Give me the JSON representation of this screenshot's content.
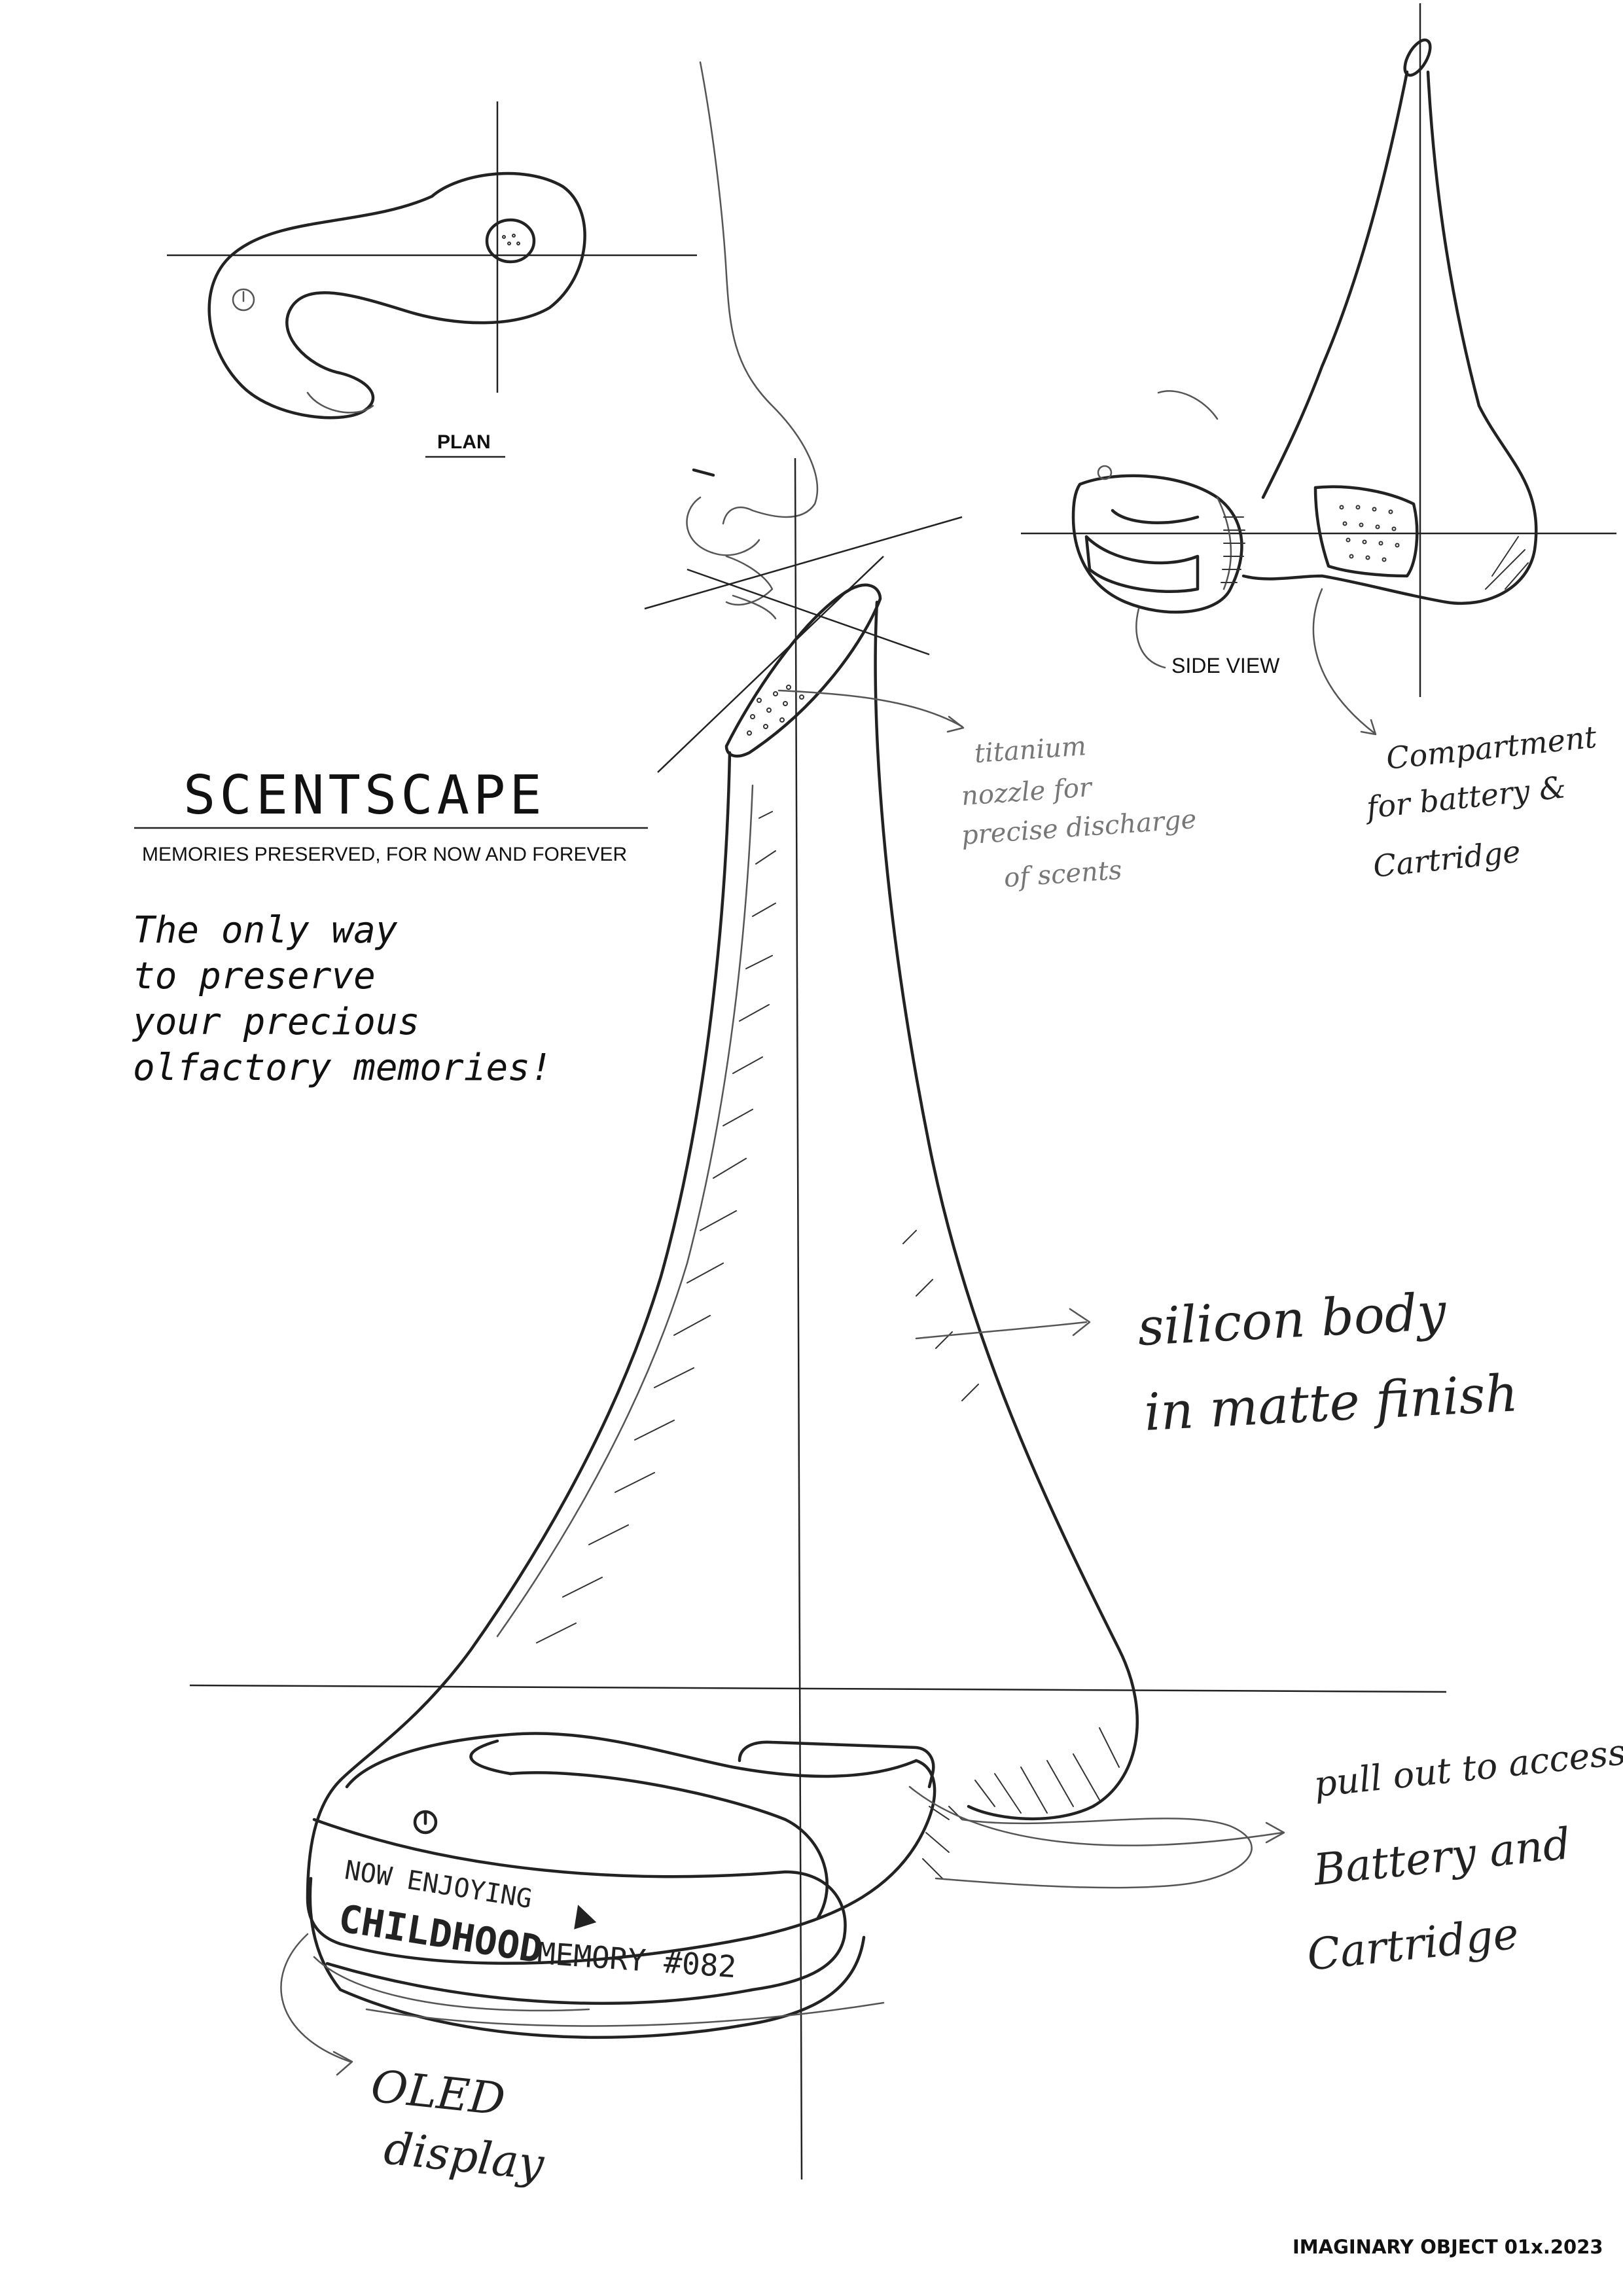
{
  "plan": {
    "label": "PLAN"
  },
  "side_view": {
    "label": "SIDE VIEW",
    "annotation": [
      "Compartment",
      "for battery &",
      "Cartridge"
    ]
  },
  "brand": {
    "title": "SCENTSCAPE",
    "subtitle": "MEMORIES PRESERVED, FOR NOW AND FOREVER",
    "tagline": [
      "The only way",
      "to preserve",
      "your precious",
      "olfactory memories!"
    ]
  },
  "annotations": {
    "nozzle": [
      "titanium",
      "nozzle for",
      "precise discharge",
      "of scents"
    ],
    "body": [
      "silicon body",
      "in matte finish"
    ],
    "pull_out": [
      "pull out to access",
      "Battery and",
      "Cartridge"
    ],
    "oled": [
      "OLED",
      "display"
    ]
  },
  "display": {
    "line1": "NOW ENJOYING",
    "line2a": "CHILDHOOD",
    "line2b": "MEMORY #082"
  },
  "footer": {
    "text": "IMAGINARY OBJECT 01x.2023"
  },
  "icons": [
    "power-icon",
    "play-icon",
    "nozzle-holes-icon",
    "arrow-icon"
  ]
}
